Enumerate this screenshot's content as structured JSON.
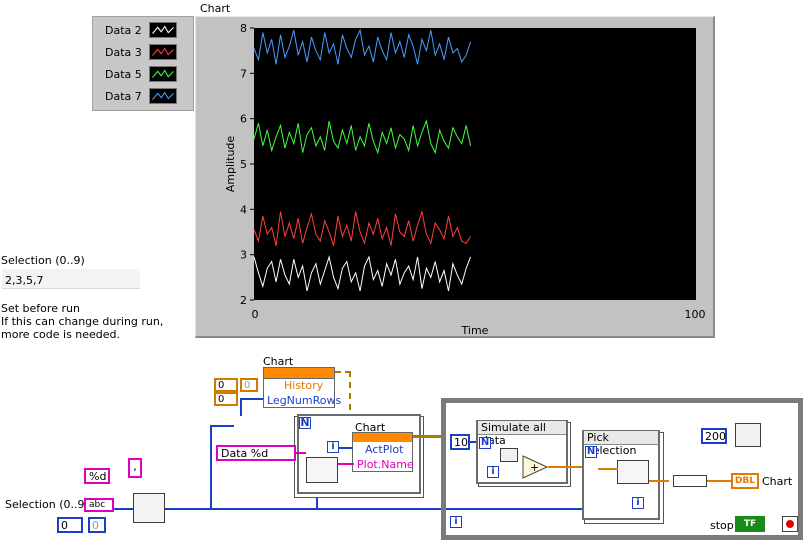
{
  "legend": {
    "items": [
      {
        "label": "Data 2",
        "color": "#ffffff"
      },
      {
        "label": "Data 3",
        "color": "#ff4040"
      },
      {
        "label": "Data 5",
        "color": "#40ff40"
      },
      {
        "label": "Data 7",
        "color": "#4a9dff"
      }
    ]
  },
  "chart_data": {
    "type": "line",
    "title": "Chart",
    "xlabel": "Time",
    "ylabel": "Amplitude",
    "xlim": [
      0,
      100
    ],
    "ylim": [
      2,
      8
    ],
    "x_ticks": [
      "0",
      "100"
    ],
    "y_ticks": [
      "2",
      "3",
      "4",
      "5",
      "6",
      "7",
      "8"
    ],
    "grid": false,
    "legend_position": "top-left",
    "x": [
      0,
      1,
      2,
      3,
      4,
      5,
      6,
      7,
      8,
      9,
      10,
      11,
      12,
      13,
      14,
      15,
      16,
      17,
      18,
      19,
      20,
      21,
      22,
      23,
      24,
      25,
      26,
      27,
      28,
      29,
      30,
      31,
      32,
      33,
      34,
      35,
      36,
      37,
      38,
      39,
      40,
      41,
      42,
      43,
      44,
      45,
      46,
      47,
      48,
      49
    ],
    "series": [
      {
        "name": "Data 2",
        "color": "#ffffff",
        "values": [
          2.95,
          2.6,
          2.3,
          2.7,
          2.85,
          2.4,
          2.9,
          2.55,
          2.35,
          2.9,
          2.5,
          2.75,
          2.2,
          2.6,
          2.8,
          2.35,
          2.65,
          2.95,
          2.5,
          2.25,
          2.7,
          2.85,
          2.4,
          2.6,
          2.2,
          2.75,
          2.95,
          2.45,
          2.65,
          2.3,
          2.8,
          2.55,
          2.9,
          2.35,
          2.6,
          2.75,
          2.45,
          2.95,
          2.25,
          2.7,
          2.5,
          2.85,
          2.4,
          2.65,
          2.2,
          2.8,
          2.55,
          2.35,
          2.7,
          2.95
        ]
      },
      {
        "name": "Data 3",
        "color": "#ff4040",
        "values": [
          3.55,
          3.3,
          3.85,
          3.45,
          3.6,
          3.2,
          3.95,
          3.4,
          3.7,
          3.35,
          3.8,
          3.25,
          3.6,
          3.9,
          3.45,
          3.3,
          3.75,
          3.5,
          3.2,
          3.85,
          3.4,
          3.65,
          3.3,
          3.95,
          3.5,
          3.25,
          3.7,
          3.45,
          3.8,
          3.35,
          3.6,
          3.2,
          3.9,
          3.5,
          3.4,
          3.75,
          3.3,
          3.65,
          3.95,
          3.45,
          3.25,
          3.7,
          3.55,
          3.35,
          3.85,
          3.4,
          3.6,
          3.3,
          3.25,
          3.4
        ]
      },
      {
        "name": "Data 5",
        "color": "#40ff40",
        "values": [
          5.55,
          5.9,
          5.4,
          5.75,
          5.3,
          5.6,
          5.85,
          5.35,
          5.7,
          5.45,
          5.9,
          5.25,
          5.65,
          5.8,
          5.4,
          5.6,
          5.3,
          5.95,
          5.5,
          5.35,
          5.75,
          5.45,
          5.85,
          5.3,
          5.6,
          5.4,
          5.9,
          5.5,
          5.25,
          5.7,
          5.45,
          5.8,
          5.35,
          5.65,
          5.55,
          5.3,
          5.85,
          5.4,
          5.7,
          5.95,
          5.45,
          5.25,
          5.75,
          5.5,
          5.35,
          5.8,
          5.6,
          5.45,
          5.85,
          5.4
        ]
      },
      {
        "name": "Data 7",
        "color": "#4a9dff",
        "values": [
          7.55,
          7.3,
          7.9,
          7.45,
          7.75,
          7.2,
          7.85,
          7.35,
          7.6,
          7.95,
          7.4,
          7.7,
          7.25,
          7.8,
          7.5,
          7.3,
          7.9,
          7.45,
          7.65,
          7.2,
          7.85,
          7.55,
          7.35,
          7.75,
          7.95,
          7.4,
          7.6,
          7.25,
          7.8,
          7.5,
          7.3,
          7.9,
          7.45,
          7.7,
          7.35,
          7.85,
          7.6,
          7.2,
          7.75,
          7.5,
          7.95,
          7.4,
          7.65,
          7.3,
          7.8,
          7.45,
          7.55,
          7.25,
          7.4,
          7.7
        ]
      }
    ]
  },
  "selection": {
    "label": "Selection (0..9)",
    "value": "2,3,5,7"
  },
  "note": {
    "line1": "Set before run",
    "line2": "If this can change during run,",
    "line3": "more code is needed."
  },
  "diagram": {
    "chart_node_label": "Chart",
    "prop_history": "History",
    "prop_legnumrows": "LegNumRows",
    "loop_chart_label": "Chart",
    "prop_actplot": "ActPlot",
    "prop_plotname": "Plot.Name",
    "format_string": "Data %d",
    "format_spec": "%d",
    "sel_terminal_label": "Selection (0..9)",
    "zero_a": "0",
    "zero_b": "0",
    "zero_c": "0",
    "zero_int": "0",
    "zero_grey": "0",
    "abc_label": "abc",
    "comma_const": ",",
    "n_label": "N",
    "i_label": "i",
    "loop_count": "10",
    "sim_title": "Simulate all data",
    "pick_title": "Pick selection",
    "wait_ms": "200",
    "dbl_label": "DBL",
    "out_chart_label": "Chart",
    "stop_label": "stop",
    "tf_label": "TF"
  }
}
